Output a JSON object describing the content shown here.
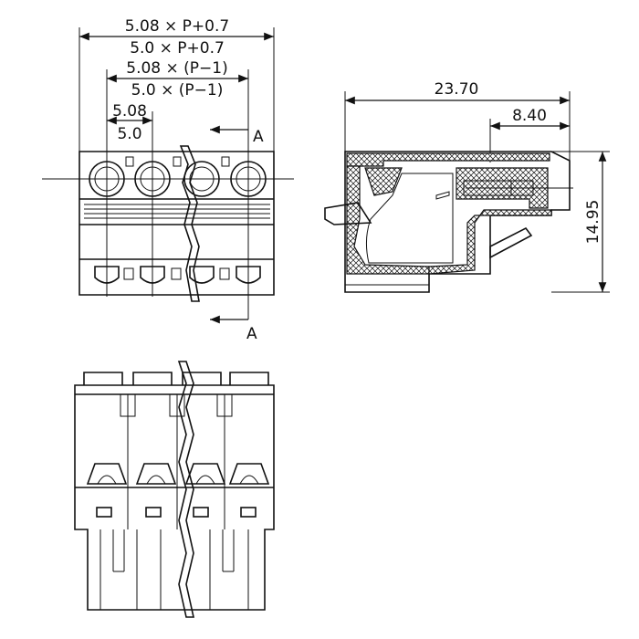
{
  "dimensions": {
    "overall_508": "5.08 × P+0.7",
    "overall_50": "5.0 × P+0.7",
    "span_508": "5.08 × (P−1)",
    "span_50": "5.0 × (P−1)",
    "pitch_508": "5.08",
    "pitch_50": "5.0",
    "depth": "23.70",
    "inner_depth": "8.40",
    "height": "14.95"
  },
  "section_labels": {
    "top": "A",
    "bottom": "A"
  },
  "colors": {
    "line": "#111111",
    "background": "#ffffff"
  }
}
